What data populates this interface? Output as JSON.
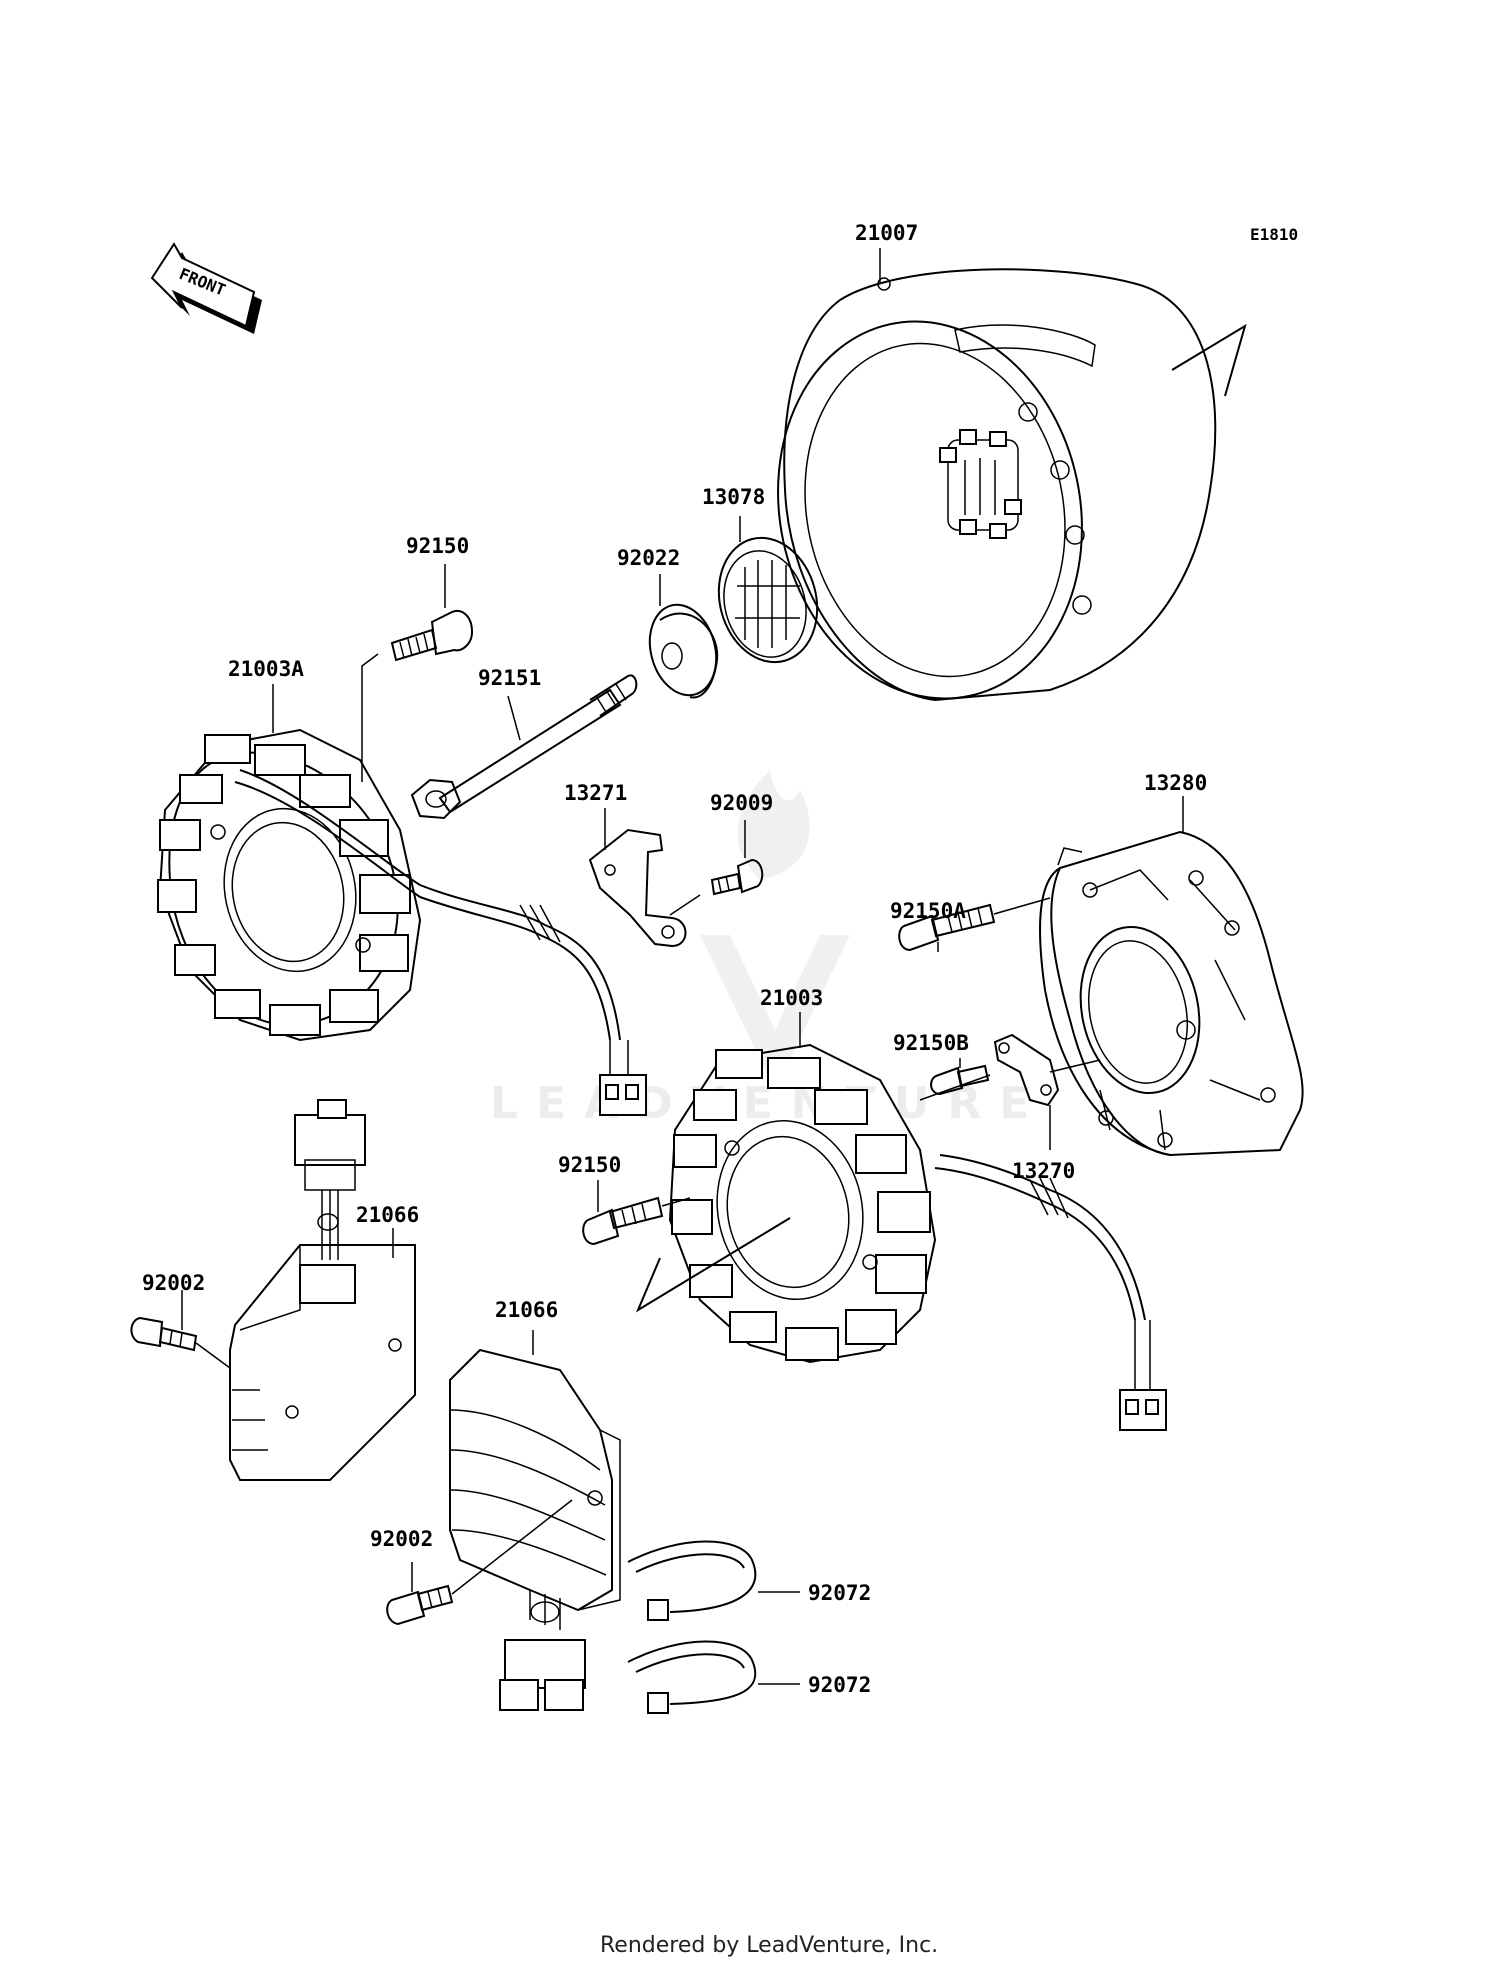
{
  "diagram_code": "E1810",
  "front_arrow_label": "FRONT",
  "watermark": "LEADVENTURE",
  "footer": "Rendered by LeadVenture, Inc.",
  "labels": {
    "flywheel": "21007",
    "spacer_gear": "13078",
    "washer": "92022",
    "bolt_92150_top": "92150",
    "stator_a": "21003A",
    "long_bolt": "92151",
    "plate_13271": "13271",
    "screw_92009": "92009",
    "cover": "13280",
    "bolt_92150a": "92150A",
    "stator": "21003",
    "bolt_92150b": "92150B",
    "clamp_plate": "13270",
    "bolt_92150_mid": "92150",
    "regulator_upper": "21066",
    "bolt_92002_upper": "92002",
    "regulator_lower": "21066",
    "bolt_92002_lower": "92002",
    "band_upper": "92072",
    "band_lower": "92072"
  }
}
